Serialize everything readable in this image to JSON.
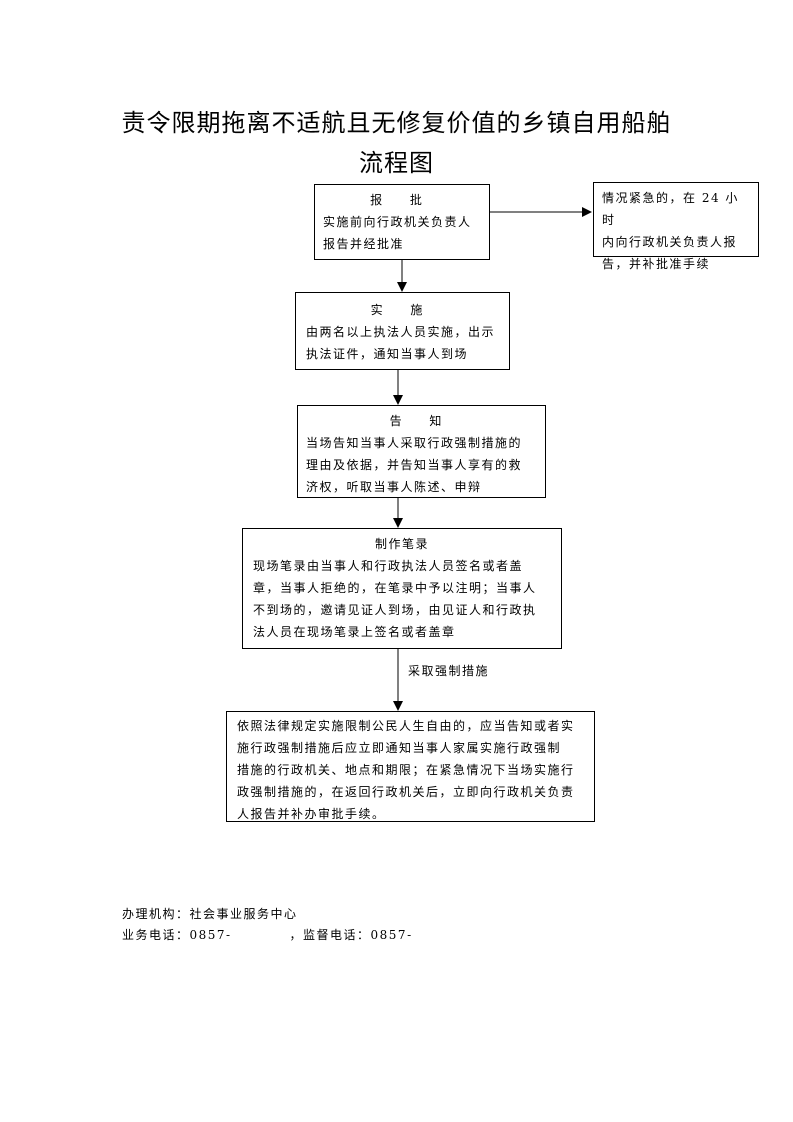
{
  "title": {
    "line1": "责令限期拖离不适航且无修复价值的乡镇自用船舶",
    "line2": "流程图"
  },
  "flow": {
    "report": {
      "heading": "报 批",
      "lines": [
        "实施前向行政机关负责人",
        "报告并经批准"
      ]
    },
    "urgent": {
      "lines": [
        "情况紧急的，在 24 小时",
        "内向行政机关负责人报",
        "告，并补批准手续"
      ]
    },
    "implement": {
      "heading": "实 施",
      "lines": [
        "由两名以上执法人员实施，出示",
        "执法证件，通知当事人到场"
      ]
    },
    "inform": {
      "heading": "告 知",
      "lines": [
        "当场告知当事人采取行政强制措施的",
        "理由及依据，并告知当事人享有的救",
        "济权，听取当事人陈述、申辩"
      ]
    },
    "record": {
      "heading": "制作笔录",
      "lines": [
        "现场笔录由当事人和行政执法人员签名或者盖",
        "章，当事人拒绝的，在笔录中予以注明；当事人",
        "不到场的，邀请见证人到场，由见证人和行政执",
        "法人员在现场笔录上签名或者盖章"
      ]
    },
    "arrow_label": "采取强制措施",
    "restrict": {
      "lines": [
        "依照法律规定实施限制公民人生自由的，应当告知或者实",
        "施行政强制措施后应立即通知当事人家属实施行政强制",
        "措施的行政机关、地点和期限；在紧急情况下当场实施行",
        "政强制措施的，在返回行政机关后，立即向行政机关负责",
        "人报告并补办审批手续。"
      ]
    }
  },
  "footer": {
    "agency_label": "办理机构：",
    "agency_value": "社会事业服务中心",
    "business_phone_label": "业务电话：",
    "business_phone_value": "0857-",
    "supervise_phone_label": "，监督电话：",
    "supervise_phone_value": "0857-"
  }
}
